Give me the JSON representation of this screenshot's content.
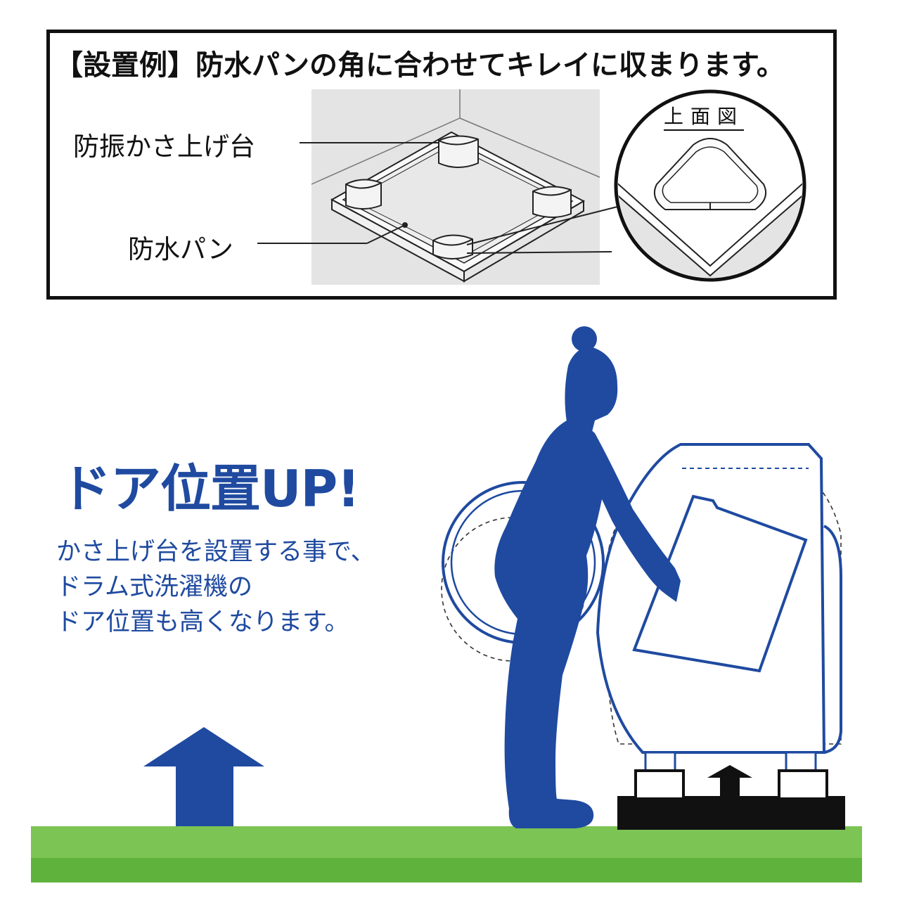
{
  "example": {
    "heading": "【設置例】防水パンの角に合わせてキレイに収まります。",
    "label_riser": "防振かさ上げ台",
    "label_pan": "防水パン",
    "top_view": "上面図"
  },
  "promo": {
    "title": "ドア位置UP!",
    "lines": [
      "かさ上げ台を設置する事で、",
      "ドラム式洗濯機の",
      "ドア位置も高くなります。"
    ]
  },
  "colors": {
    "brand_blue": "#1f4aa0",
    "ground_green": "#7cc454",
    "dark_green": "#5fb33c",
    "riser_black": "#111111"
  }
}
